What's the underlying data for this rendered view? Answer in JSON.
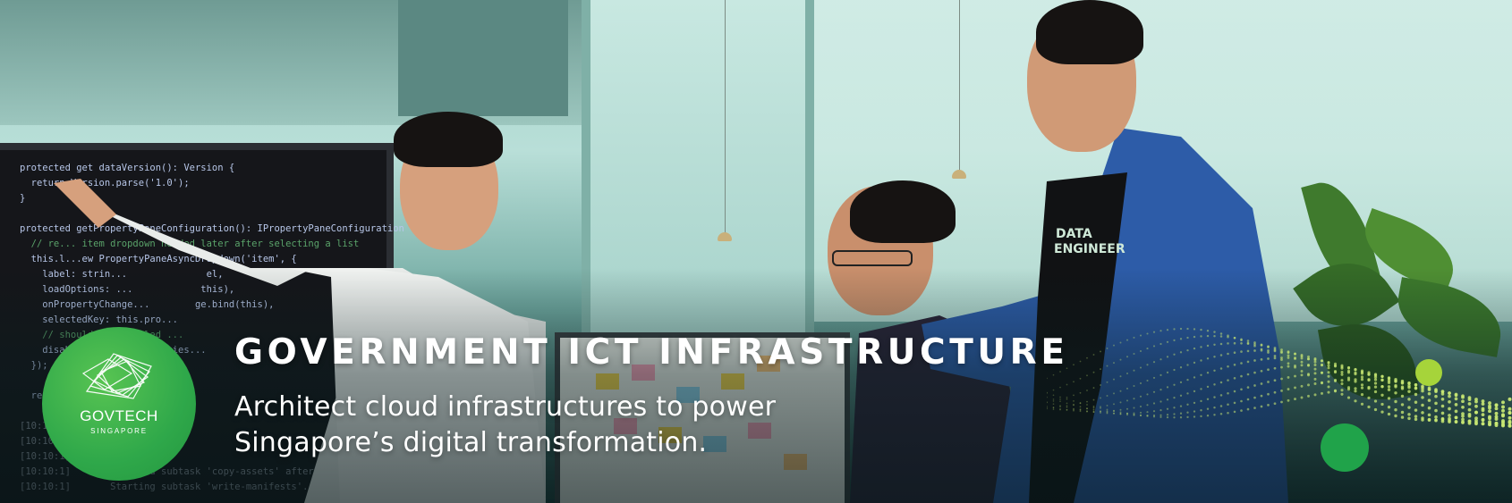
{
  "brand": {
    "name": "GOVTECH",
    "sub": "SINGAPORE",
    "primary_color": "#2fa84a",
    "accent_color": "#a6d43a"
  },
  "headline": "GOVERNMENT ICT INFRASTRUCTURE",
  "tagline": {
    "line1": "Architect cloud infrastructures to power",
    "line2": "Singapore’s digital transformation."
  },
  "shirt_print": {
    "line1": "DATA",
    "line2": "ENGINEER"
  },
  "code_lines": [
    "protected get dataVersion(): Version {",
    "  return Version.parse('1.0');",
    "}",
    "",
    "protected getPropertyPaneConfiguration(): IPropertyPaneConfiguration",
    "  // re... item dropdown needed later after selecting a list",
    "  this.l...ew PropertyPaneAsyncDropdown('item', {",
    "    label: strin...              el,",
    "    loadOptions: ...            this),",
    "    onPropertyChange...        ge.bind(this),",
    "    selectedKey: this.pro...",
    "    // should be disabled ...",
    "    disabled: !this.properties...",
    "  });",
    "",
    "  return",
    "",
    "[10:10:1]",
    "[10:10:1]       Finished",
    "[10:10:1]       Starting",
    "[10:10:1]       Finished subtask 'copy-assets' after 40 ms",
    "[10:10:1]       Starting subtask 'write-manifests'..."
  ]
}
